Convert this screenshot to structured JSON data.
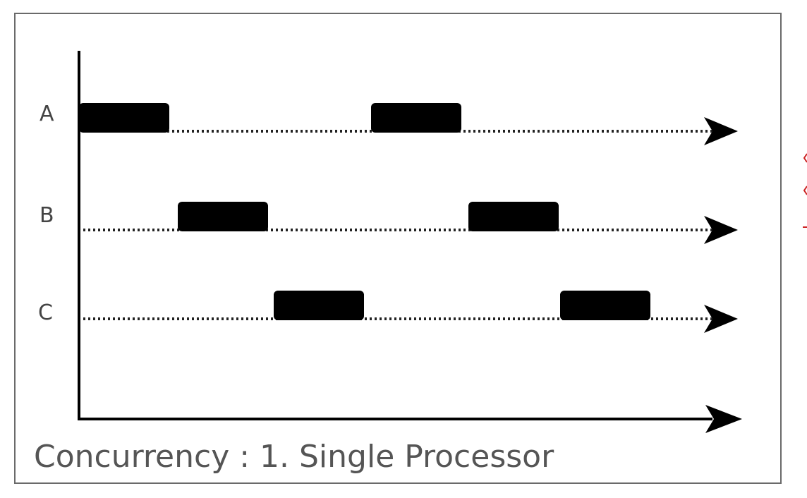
{
  "caption": "Concurrency : 1. Single Processor",
  "lanes": [
    {
      "label": "A",
      "busy": [
        [
          0,
          1
        ],
        [
          3.2,
          4.2
        ]
      ]
    },
    {
      "label": "B",
      "busy": [
        [
          1.05,
          2.05
        ],
        [
          4.3,
          5.3
        ]
      ]
    },
    {
      "label": "C",
      "busy": [
        [
          2.1,
          3.1
        ],
        [
          5.35,
          6.35
        ]
      ]
    }
  ],
  "time_range": [
    0,
    7
  ],
  "colors": {
    "block": "#000000",
    "axis": "#000000",
    "track": "#222222",
    "frame": "#6a6a6a",
    "text": "#555555",
    "stray_marks": "#cc2222"
  }
}
